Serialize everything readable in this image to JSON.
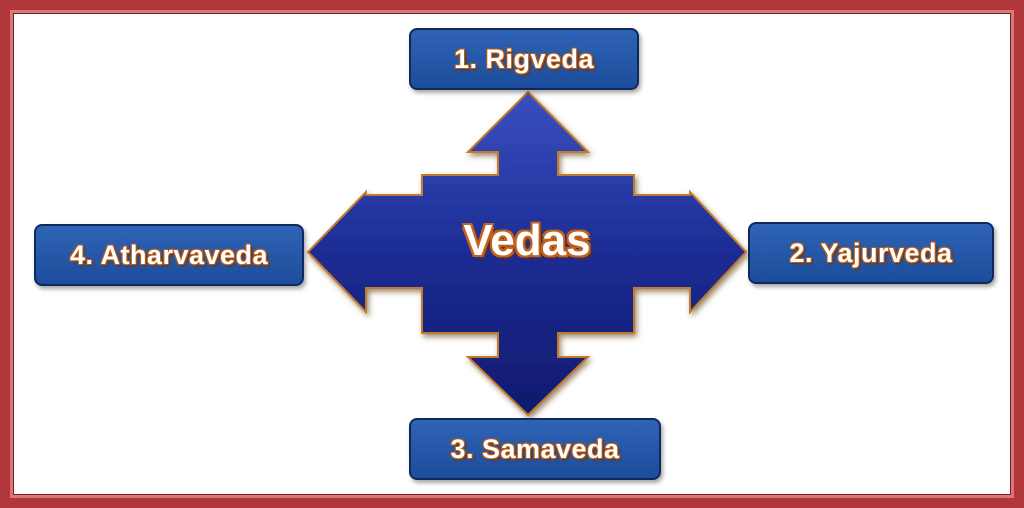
{
  "center": {
    "label": "Vedas"
  },
  "vedas": [
    {
      "label": "1. Rigveda"
    },
    {
      "label": "2. Yajurveda"
    },
    {
      "label": "3. Samaveda"
    },
    {
      "label": "4. Atharvaveda"
    }
  ],
  "colors": {
    "frame": "#b0363c",
    "arrow": "#1a2a8f",
    "box": "#2459a8",
    "text_outline": "#c4621a"
  }
}
